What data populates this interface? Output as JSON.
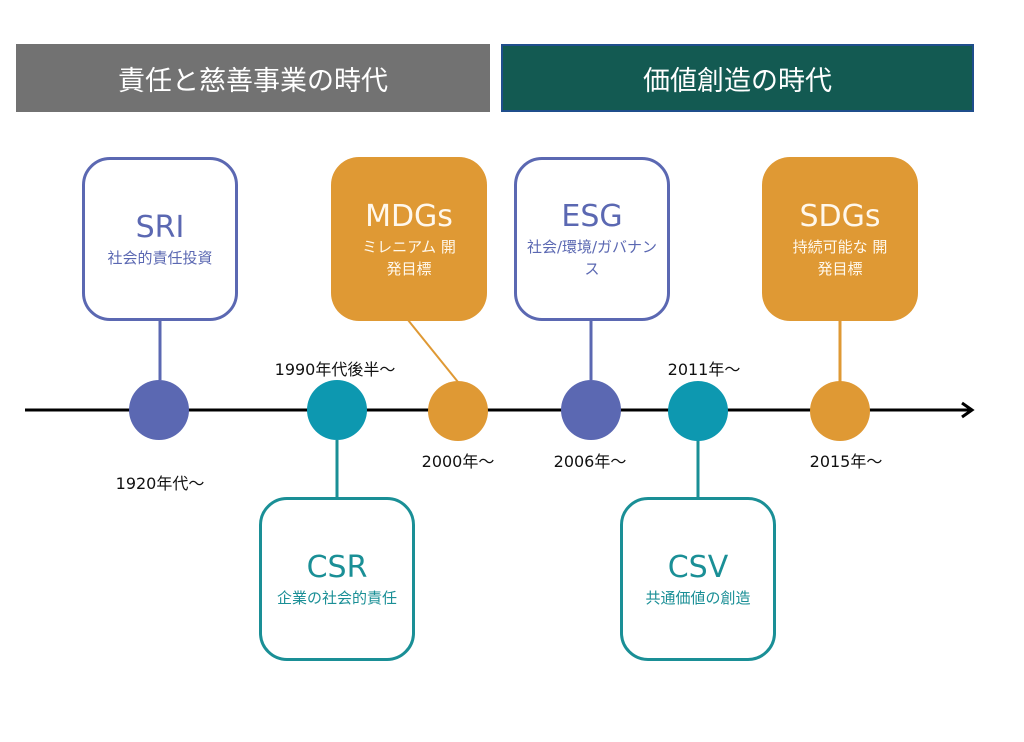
{
  "eras": [
    {
      "label": "責任と慈善事業の時代",
      "color": "#727272"
    },
    {
      "label": "価値創造の時代",
      "color": "#135a52"
    }
  ],
  "colors": {
    "blue": "#5b68b2",
    "teal": "#0d98b0",
    "orange": "#df9934",
    "axis": "#000000"
  },
  "milestones": [
    {
      "abbr": "SRI",
      "desc": "社会的責任投資",
      "date": "1920年代〜"
    },
    {
      "abbr": "CSR",
      "desc": "企業の社会的責任",
      "date": "1990年代後半〜"
    },
    {
      "abbr": "MDGs",
      "desc": "ミレニアム 開発目標",
      "date": "2000年〜"
    },
    {
      "abbr": "ESG",
      "desc": "社会/環境/ガバナンス",
      "date": "2006年〜"
    },
    {
      "abbr": "CSV",
      "desc": "共通価値の創造",
      "date": "2011年〜"
    },
    {
      "abbr": "SDGs",
      "desc": "持続可能な 開発目標",
      "date": "2015年〜"
    }
  ]
}
